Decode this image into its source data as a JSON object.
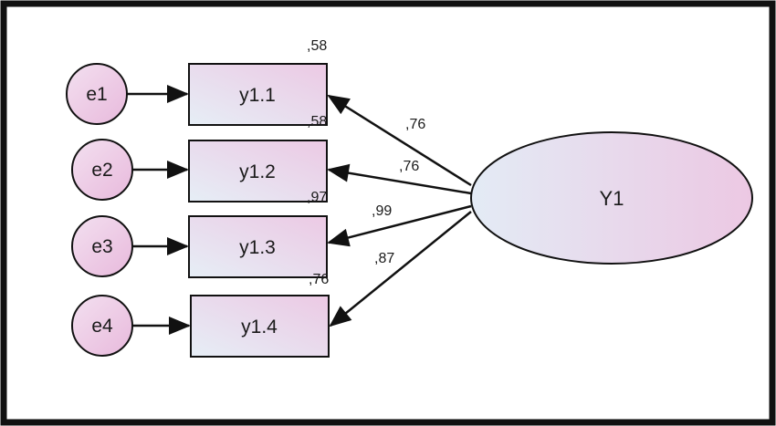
{
  "diagram": {
    "latent": {
      "label": "Y1"
    },
    "indicators": [
      {
        "label": "y1.1",
        "r2": ",58",
        "error": "e1",
        "loading": ",76"
      },
      {
        "label": "y1.2",
        "r2": ",58",
        "error": "e2",
        "loading": ",76"
      },
      {
        "label": "y1.3",
        "r2": ",97",
        "error": "e3",
        "loading": ",99"
      },
      {
        "label": "y1.4",
        "r2": ",76",
        "error": "e4",
        "loading": ",87"
      }
    ]
  },
  "colors": {
    "border": "#111111",
    "gradient_start": "#e6eef6",
    "gradient_end": "#ecc9e4"
  }
}
